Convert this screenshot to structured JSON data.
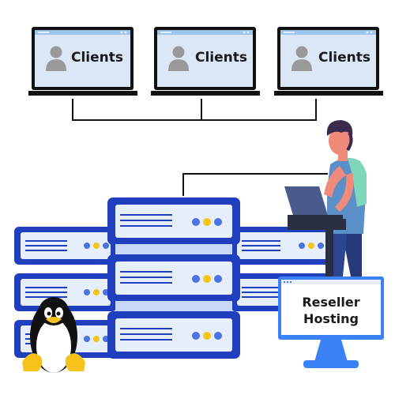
{
  "clients": [
    {
      "label": "Clients"
    },
    {
      "label": "Clients"
    },
    {
      "label": "Clients"
    }
  ],
  "monitor": {
    "line1": "Reseller",
    "line2": "Hosting"
  },
  "colors": {
    "server_frame": "#1f3fbf",
    "server_face": "#e6eefc",
    "server_lines": "#1f3fbf",
    "led_blue": "#4a72e0",
    "led_yellow": "#f5c518",
    "laptop_screen_bg": "#dbe6f7",
    "laptop_bar": "#9fc6ea",
    "laptop_bezel": "#111111",
    "monitor_frame": "#3b82f6",
    "skin": "#f08a7a",
    "hair": "#3a2a4e",
    "shirt": "#7fd6b8",
    "jeans": "#263a7a",
    "tux_black": "#111111",
    "tux_yellow": "#f6c21a"
  },
  "icons": [
    "user-avatar-icon",
    "linux-penguin-icon",
    "person-illustration",
    "laptop-icon",
    "server-icon",
    "monitor-icon"
  ]
}
